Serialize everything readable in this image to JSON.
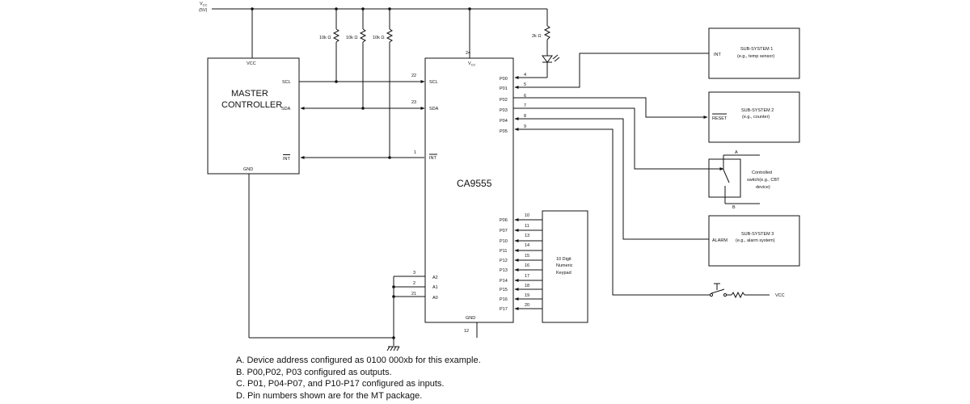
{
  "supply": {
    "vcc": "V",
    "vcc_sub": "CC",
    "vcc_value": "(5V)"
  },
  "resistors": {
    "r1": "10k Ω",
    "r2": "10k Ω",
    "r3": "10k Ω",
    "led_r": "2k Ω"
  },
  "master": {
    "title_line1": "MASTER",
    "title_line2": "CONTROLLER",
    "vcc": "VCC",
    "scl": "SCL",
    "sda": "SDA",
    "int": "INT",
    "gnd": "GND"
  },
  "chip": {
    "name": "CA9555",
    "vcc": "V",
    "vcc_sub": "CC",
    "gnd": "GND",
    "left_pins": [
      {
        "label": "SCL",
        "num": "22"
      },
      {
        "label": "SDA",
        "num": "23"
      },
      {
        "label": "INT",
        "num": "1"
      },
      {
        "label": "A2",
        "num": "3"
      },
      {
        "label": "A1",
        "num": "2"
      },
      {
        "label": "A0",
        "num": "21"
      }
    ],
    "top_pin": "24",
    "bottom_pin": "12",
    "right_pins": [
      {
        "label": "P00",
        "num": "4"
      },
      {
        "label": "P01",
        "num": "5"
      },
      {
        "label": "P02",
        "num": "6"
      },
      {
        "label": "P03",
        "num": "7"
      },
      {
        "label": "P04",
        "num": "8"
      },
      {
        "label": "P05",
        "num": "9"
      },
      {
        "label": "P06",
        "num": "10"
      },
      {
        "label": "P07",
        "num": "11"
      },
      {
        "label": "P10",
        "num": "13"
      },
      {
        "label": "P11",
        "num": "14"
      },
      {
        "label": "P12",
        "num": "15"
      },
      {
        "label": "P13",
        "num": "16"
      },
      {
        "label": "P14",
        "num": "17"
      },
      {
        "label": "P15",
        "num": "18"
      },
      {
        "label": "P16",
        "num": "19"
      },
      {
        "label": "P17",
        "num": "20"
      }
    ]
  },
  "keypad": {
    "line1": "10 Digit",
    "line2": "Numeric",
    "line3": "Keypad"
  },
  "subsystem1": {
    "pin": "INT",
    "title": "SUB-SYSTEM 1",
    "desc": "(e.g., temp sensor)"
  },
  "subsystem2": {
    "pin": "RESET",
    "title": "SUB-SYSTEM 2",
    "desc": "(e.g., counter)"
  },
  "switch": {
    "a": "A",
    "b": "B",
    "line1": "Controlled",
    "line2": "switch(e.g., CBT",
    "line3": "device)"
  },
  "subsystem3": {
    "pin": "ALARM",
    "title": "SUB-SYSTEM 3",
    "desc": "(e.g., alarm system)"
  },
  "pushbutton": {
    "vcc": "VCC"
  },
  "notes": [
    "A. Device address configured as 0100 000xb for this example.",
    "B. P00,P02, P03 configured as outputs.",
    "C. P01, P04-P07, and P10-P17 configured as inputs.",
    "D. Pin numbers shown are for the MT package."
  ]
}
